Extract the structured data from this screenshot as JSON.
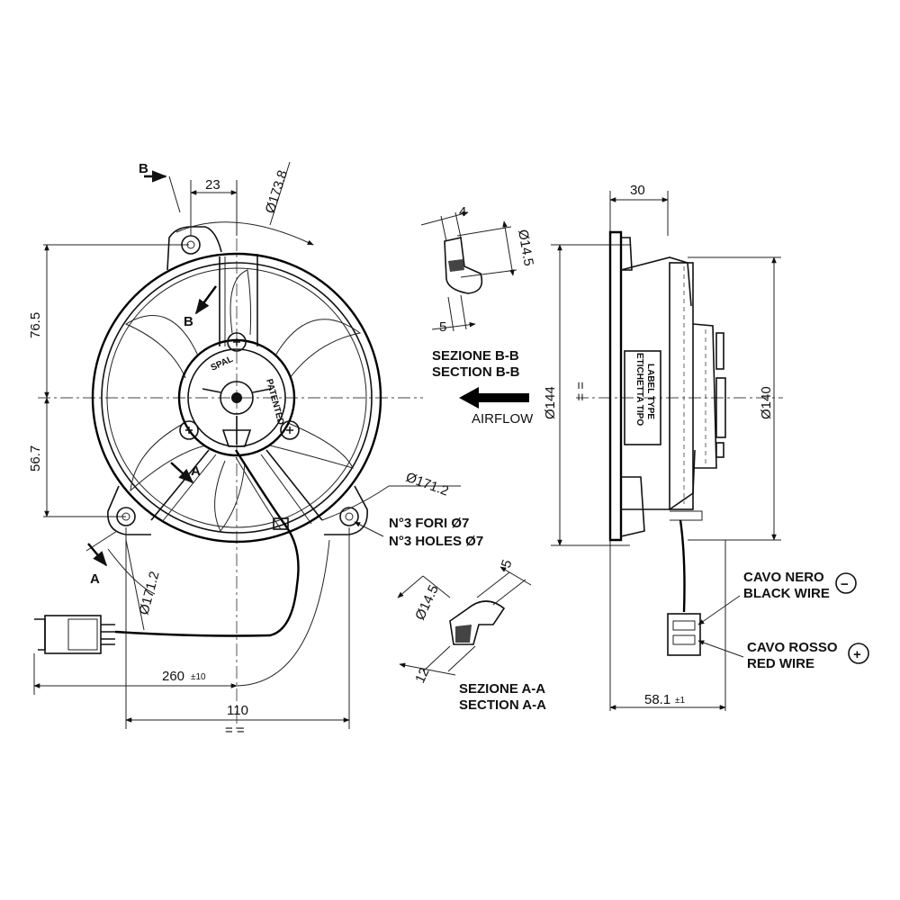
{
  "front_view": {
    "dim_top": "23",
    "dim_diameter_top": "Ø173.8",
    "dim_upper": "76.5",
    "dim_lower": "56.7",
    "dim_diameter_right": "Ø171.2",
    "dim_diameter_left": "Ø171.2",
    "dim_cable": "260",
    "dim_cable_tol": "±10",
    "dim_width": "110",
    "sym_eq": "= =",
    "holes_it": "N°3 FORI Ø7",
    "holes_en": "N°3 HOLES Ø7",
    "hub_brand": "SPAL",
    "hub_patent": "PATENTED"
  },
  "section_markers": {
    "b_top": "B",
    "b_mid": "B",
    "a_mid": "A",
    "a_low": "A"
  },
  "section_bb": {
    "dim_width": "4",
    "dim_diameter": "Ø14.5",
    "dim_depth": "5",
    "title_it": "SEZIONE B-B",
    "title_en": "SECTION B-B"
  },
  "airflow": {
    "label": "AIRFLOW"
  },
  "section_aa": {
    "dim_diameter": "Ø14.5",
    "dim_top": "5",
    "dim_bottom": "12",
    "title_it": "SEZIONE A-A",
    "title_en": "SECTION A-A"
  },
  "side_view": {
    "dim_top": "30",
    "dim_diameter_left": "Ø144",
    "dim_eq": "= =",
    "dim_diameter_right": "Ø140",
    "label_it": "ETICHETTA TIPO",
    "label_en": "LABEL TYPE",
    "dim_bottom": "58.1",
    "dim_bottom_tol": "±1"
  },
  "wires": {
    "black_it": "CAVO NERO",
    "black_en": "BLACK WIRE",
    "black_symbol": "−",
    "red_it": "CAVO ROSSO",
    "red_en": "RED WIRE",
    "red_symbol": "+"
  }
}
